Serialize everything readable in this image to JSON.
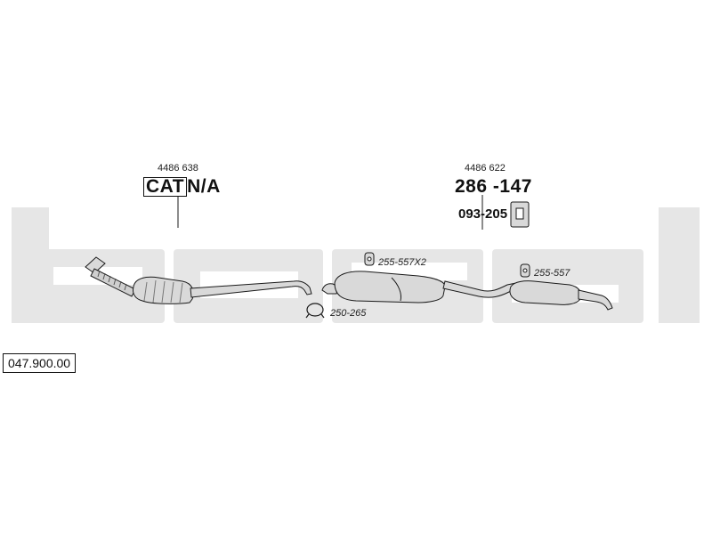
{
  "colors": {
    "watermark": "#e6e6e6",
    "line": "#1a1a1a",
    "part_fill": "#d9d9d9"
  },
  "watermark": {
    "text": "bosal"
  },
  "diagram_code": "047.900.00",
  "front_section": {
    "oem_number": "4486 638",
    "cat_label": "CAT",
    "cat_note": "N/A"
  },
  "rear_section": {
    "oem_number": "4486 622",
    "main_part": "286",
    "main_part_suffix": "-147",
    "hanger_part": "093",
    "hanger_part_suffix": "-205"
  },
  "accessories": {
    "clamp": "250-265",
    "rubber_mount_1": "255-557X2",
    "rubber_mount_2": "255-557"
  }
}
